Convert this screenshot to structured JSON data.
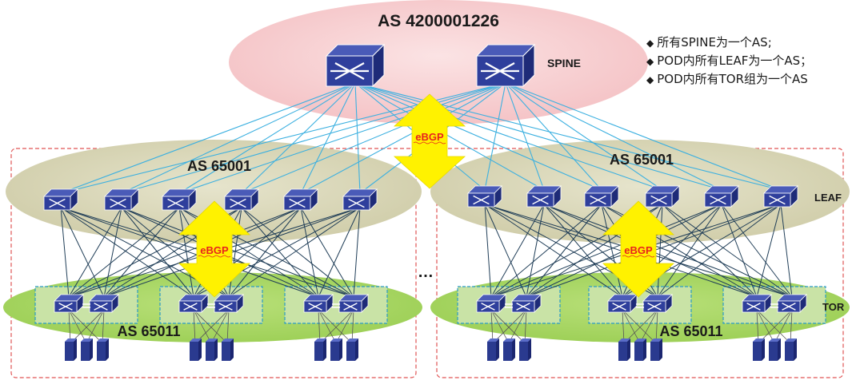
{
  "spine": {
    "as_label": "AS 4200001226",
    "role_label": "SPINE",
    "switch_count": 2
  },
  "pods": [
    {
      "leaf_as_label": "AS 65001",
      "tor_as_label": "AS 65011",
      "leaf_count": 6,
      "tor_groups": 3,
      "tors_per_group": 2,
      "servers_per_group": 3
    },
    {
      "leaf_as_label": "AS 65001",
      "tor_as_label": "AS 65011",
      "leaf_count": 6,
      "tor_groups": 3,
      "tors_per_group": 2,
      "servers_per_group": 3
    }
  ],
  "labels": {
    "leaf": "LEAF",
    "tor": "TOR",
    "ebgp": "eBGP",
    "ellipsis": "…"
  },
  "notes": [
    {
      "bullet": "◆",
      "text": "所有SPINE为一个AS;"
    },
    {
      "bullet": "◆",
      "text": "POD内所有LEAF为一个AS；"
    },
    {
      "bullet": "◆",
      "text": "POD内所有TOR组为一个AS"
    }
  ],
  "icons": {
    "switch": "network-switch-icon",
    "server": "server-rack-icon",
    "arrow": "double-arrow-icon"
  },
  "colors": {
    "spine_zone": "#f4c1c4",
    "leaf_zone": "#cfcca8",
    "tor_zone": "#9ccf55",
    "tor_group_fill": "#c9e3a6",
    "tor_group_border": "#2a9bc8",
    "pod_border": "#e05555",
    "spine_link": "#3cb0e0",
    "leaf_link": "#1f3d57",
    "switch_body": "#2f3f9c",
    "server_body": "#2a3a8f",
    "arrow_fill": "#fff200",
    "ebgp_text": "#e8221d"
  }
}
